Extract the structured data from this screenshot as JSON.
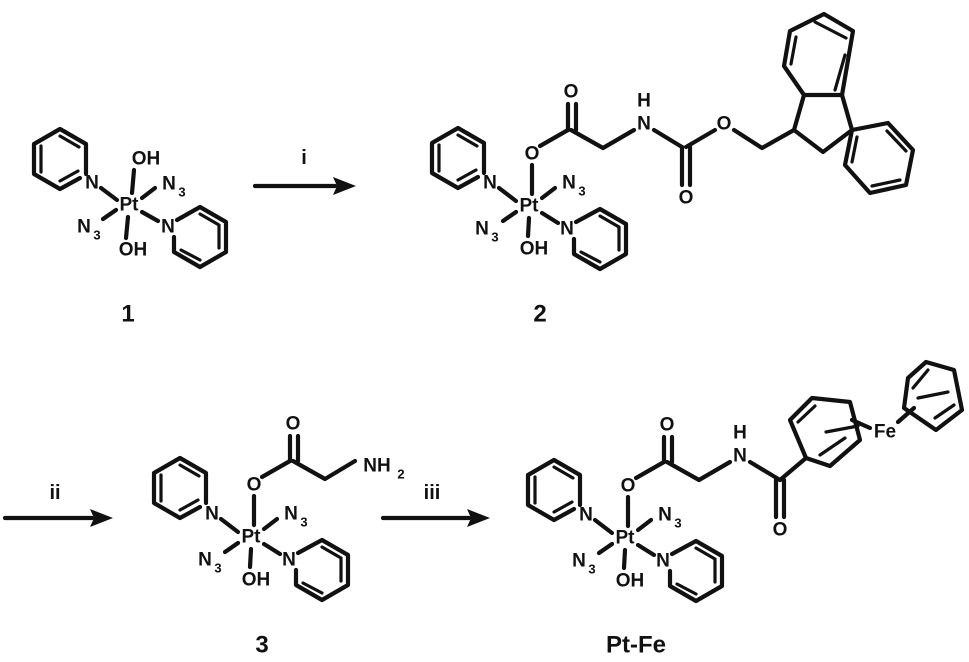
{
  "atoms": {
    "pt": "Pt",
    "n": "N",
    "o": "O",
    "oh": "OH",
    "nh": "N",
    "h": "H",
    "nh2": "NH",
    "nh2_sub": "2",
    "n3": "N",
    "n3_sub": "3",
    "fe": "Fe"
  },
  "compounds": {
    "c1": "1",
    "c2": "2",
    "c3": "3",
    "c4": "Pt-Fe"
  },
  "steps": {
    "s1": "i",
    "s2": "ii",
    "s3": "iii"
  }
}
